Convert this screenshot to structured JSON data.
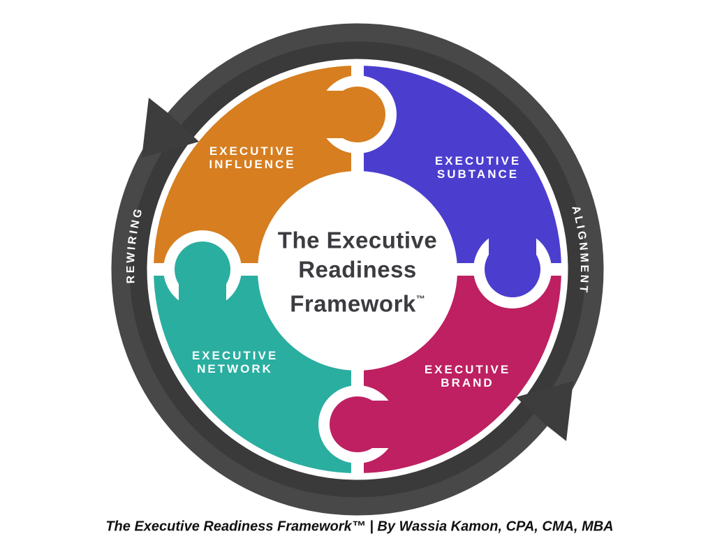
{
  "page": {
    "background_color": "#ffffff"
  },
  "caption": "The Executive Readiness Framework™ | By Wassia Kamon, CPA, CMA, MBA",
  "center": {
    "title_line1": "The Executive",
    "title_line2": "Readiness",
    "title_line3": "Framework",
    "trademark": "™",
    "text_color": "#3b3b40"
  },
  "ring": {
    "left_label": "REWIRING",
    "right_label": "ALIGNMENT",
    "color_outer": "#484848",
    "color_inner": "#3a3a3a",
    "arrow_color": "#3d3d3d",
    "label_color": "#ffffff"
  },
  "pieces": [
    {
      "id": "influence",
      "position": "top-left",
      "label_line1": "EXECUTIVE",
      "label_line2": "INFLUENCE",
      "color": "#d67e20"
    },
    {
      "id": "substance",
      "position": "top-right",
      "label_line1": "EXECUTIVE",
      "label_line2": "SUBTANCE",
      "color": "#4b3ecf"
    },
    {
      "id": "network",
      "position": "bottom-left",
      "label_line1": "EXECUTIVE",
      "label_line2": "NETWORK",
      "color": "#2aaea0"
    },
    {
      "id": "brand",
      "position": "bottom-right",
      "label_line1": "EXECUTIVE",
      "label_line2": "BRAND",
      "color": "#be2062"
    }
  ]
}
